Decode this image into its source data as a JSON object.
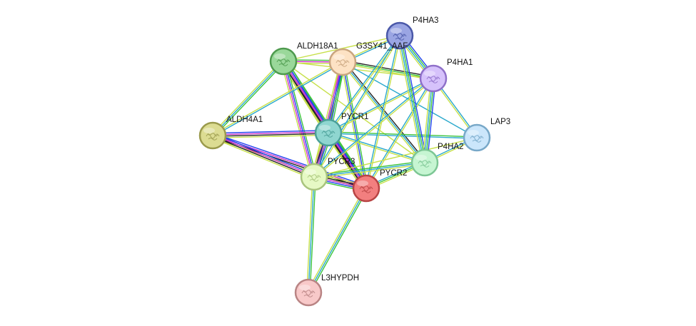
{
  "nodes": [
    {
      "id": "P4HA3",
      "label": "P4HA3",
      "fill": "#9aa5e3",
      "stroke": "#4a58a8",
      "icon": "protein-structure-icon"
    },
    {
      "id": "G3SY41",
      "label": "G3SY41_AAF",
      "fill": "#fde2c4",
      "stroke": "#c9a57f",
      "icon": "protein-structure-icon"
    },
    {
      "id": "ALDH18A1",
      "label": "ALDH18A1",
      "fill": "#9ad89a",
      "stroke": "#4e9a4e",
      "icon": "protein-structure-icon"
    },
    {
      "id": "P4HA1",
      "label": "P4HA1",
      "fill": "#d6c2fb",
      "stroke": "#8f70c9",
      "icon": "protein-structure-icon"
    },
    {
      "id": "PYCR1",
      "label": "PYCR1",
      "fill": "#8fd6d0",
      "stroke": "#4a9f98",
      "icon": "protein-structure-icon"
    },
    {
      "id": "ALDH4A1",
      "label": "ALDH4A1",
      "fill": "#dcdc92",
      "stroke": "#9a9a4c",
      "icon": "protein-structure-icon"
    },
    {
      "id": "LAP3",
      "label": "LAP3",
      "fill": "#cbe6fb",
      "stroke": "#78a8c8",
      "icon": "protein-structure-icon"
    },
    {
      "id": "P4HA2",
      "label": "P4HA2",
      "fill": "#c6f5d2",
      "stroke": "#7cc694",
      "icon": "protein-structure-icon"
    },
    {
      "id": "PYCR3",
      "label": "PYCR3",
      "fill": "#e6f9c4",
      "stroke": "#a9c47e",
      "icon": "protein-structure-icon"
    },
    {
      "id": "PYCR2",
      "label": "PYCR2",
      "fill": "#f27f7f",
      "stroke": "#b84444",
      "icon": "protein-structure-icon"
    },
    {
      "id": "L3HYPDH",
      "label": "L3HYPDH",
      "fill": "#f8c9c9",
      "stroke": "#b98484",
      "icon": "protein-structure-icon"
    }
  ],
  "edges": [
    {
      "source": "ALDH18A1",
      "target": "PYCR1",
      "colors": [
        "#3dc43d",
        "#2244ee",
        "#cc33cc",
        "#222222",
        "#c7e04a"
      ]
    },
    {
      "source": "ALDH18A1",
      "target": "PYCR2",
      "colors": [
        "#3dc43d",
        "#2244ee",
        "#cc33cc",
        "#222222",
        "#c7e04a"
      ]
    },
    {
      "source": "ALDH18A1",
      "target": "PYCR3",
      "colors": [
        "#3dc43d",
        "#2244ee",
        "#cc33cc",
        "#c7e04a"
      ]
    },
    {
      "source": "ALDH18A1",
      "target": "ALDH4A1",
      "colors": [
        "#3dc43d",
        "#2aa8cc",
        "#c7e04a"
      ]
    },
    {
      "source": "ALDH18A1",
      "target": "G3SY41",
      "colors": [
        "#3dc43d",
        "#cc33cc",
        "#c7e04a"
      ]
    },
    {
      "source": "ALDH18A1",
      "target": "P4HA1",
      "colors": [
        "#c7e04a"
      ]
    },
    {
      "source": "ALDH18A1",
      "target": "P4HA3",
      "colors": [
        "#c7e04a"
      ]
    },
    {
      "source": "ALDH18A1",
      "target": "P4HA2",
      "colors": [
        "#c7e04a"
      ]
    },
    {
      "source": "ALDH4A1",
      "target": "PYCR1",
      "colors": [
        "#2244ee",
        "#cc33cc",
        "#222222",
        "#c7e04a"
      ]
    },
    {
      "source": "ALDH4A1",
      "target": "PYCR2",
      "colors": [
        "#2244ee",
        "#cc33cc",
        "#222222",
        "#c7e04a"
      ]
    },
    {
      "source": "ALDH4A1",
      "target": "PYCR3",
      "colors": [
        "#2244ee",
        "#cc33cc",
        "#222222",
        "#c7e04a"
      ]
    },
    {
      "source": "ALDH4A1",
      "target": "G3SY41",
      "colors": [
        "#c7e04a",
        "#2aa8cc"
      ]
    },
    {
      "source": "G3SY41",
      "target": "PYCR1",
      "colors": [
        "#3dc43d",
        "#2244ee",
        "#cc33cc",
        "#c7e04a"
      ]
    },
    {
      "source": "G3SY41",
      "target": "PYCR2",
      "colors": [
        "#3dc43d",
        "#2244ee",
        "#c7e04a"
      ]
    },
    {
      "source": "G3SY41",
      "target": "PYCR3",
      "colors": [
        "#3dc43d",
        "#2244ee",
        "#cc33cc",
        "#c7e04a"
      ]
    },
    {
      "source": "G3SY41",
      "target": "P4HA1",
      "colors": [
        "#222222",
        "#3dc43d",
        "#c7e04a"
      ]
    },
    {
      "source": "G3SY41",
      "target": "P4HA2",
      "colors": [
        "#222222",
        "#2aa8cc",
        "#c7e04a"
      ]
    },
    {
      "source": "G3SY41",
      "target": "P4HA3",
      "colors": [
        "#c7e04a",
        "#2aa8cc"
      ]
    },
    {
      "source": "G3SY41",
      "target": "LAP3",
      "colors": [
        "#2aa8cc"
      ]
    },
    {
      "source": "PYCR1",
      "target": "PYCR2",
      "colors": [
        "#3dc43d",
        "#2244ee",
        "#cc33cc",
        "#222222",
        "#c7e04a"
      ]
    },
    {
      "source": "PYCR1",
      "target": "PYCR3",
      "colors": [
        "#3dc43d",
        "#2244ee",
        "#cc33cc",
        "#222222",
        "#c7e04a"
      ]
    },
    {
      "source": "PYCR1",
      "target": "P4HA1",
      "colors": [
        "#2aa8cc",
        "#c7e04a"
      ]
    },
    {
      "source": "PYCR1",
      "target": "P4HA2",
      "colors": [
        "#2aa8cc",
        "#c7e04a"
      ]
    },
    {
      "source": "PYCR1",
      "target": "P4HA3",
      "colors": [
        "#2aa8cc",
        "#c7e04a"
      ]
    },
    {
      "source": "PYCR1",
      "target": "LAP3",
      "colors": [
        "#3dc43d",
        "#2aa8cc"
      ]
    },
    {
      "source": "PYCR2",
      "target": "PYCR3",
      "colors": [
        "#3dc43d",
        "#2244ee",
        "#cc33cc",
        "#222222",
        "#c7e04a"
      ]
    },
    {
      "source": "PYCR2",
      "target": "P4HA1",
      "colors": [
        "#2aa8cc",
        "#c7e04a"
      ]
    },
    {
      "source": "PYCR2",
      "target": "P4HA2",
      "colors": [
        "#2aa8cc",
        "#3dc43d",
        "#c7e04a"
      ]
    },
    {
      "source": "PYCR2",
      "target": "P4HA3",
      "colors": [
        "#2aa8cc",
        "#c7e04a"
      ]
    },
    {
      "source": "PYCR2",
      "target": "L3HYPDH",
      "colors": [
        "#3dc43d",
        "#2aa8cc",
        "#c7e04a"
      ]
    },
    {
      "source": "PYCR3",
      "target": "P4HA1",
      "colors": [
        "#2aa8cc",
        "#c7e04a"
      ]
    },
    {
      "source": "PYCR3",
      "target": "P4HA2",
      "colors": [
        "#3dc43d",
        "#2aa8cc",
        "#c7e04a"
      ]
    },
    {
      "source": "PYCR3",
      "target": "P4HA3",
      "colors": [
        "#2aa8cc",
        "#c7e04a"
      ]
    },
    {
      "source": "PYCR3",
      "target": "L3HYPDH",
      "colors": [
        "#3dc43d",
        "#2aa8cc",
        "#c7e04a"
      ]
    },
    {
      "source": "PYCR3",
      "target": "LAP3",
      "colors": [
        "#c7e04a"
      ]
    },
    {
      "source": "P4HA3",
      "target": "P4HA1",
      "colors": [
        "#2244ee",
        "#3dc43d",
        "#2aa8cc",
        "#c7e04a"
      ]
    },
    {
      "source": "P4HA3",
      "target": "P4HA2",
      "colors": [
        "#2244ee",
        "#3dc43d",
        "#2aa8cc",
        "#c7e04a"
      ]
    },
    {
      "source": "P4HA1",
      "target": "P4HA2",
      "colors": [
        "#2244ee",
        "#3dc43d",
        "#2aa8cc",
        "#c7e04a"
      ]
    },
    {
      "source": "P4HA1",
      "target": "LAP3",
      "colors": [
        "#2aa8cc",
        "#c7e04a"
      ]
    },
    {
      "source": "P4HA2",
      "target": "LAP3",
      "colors": [
        "#2aa8cc",
        "#c7e04a"
      ]
    }
  ]
}
